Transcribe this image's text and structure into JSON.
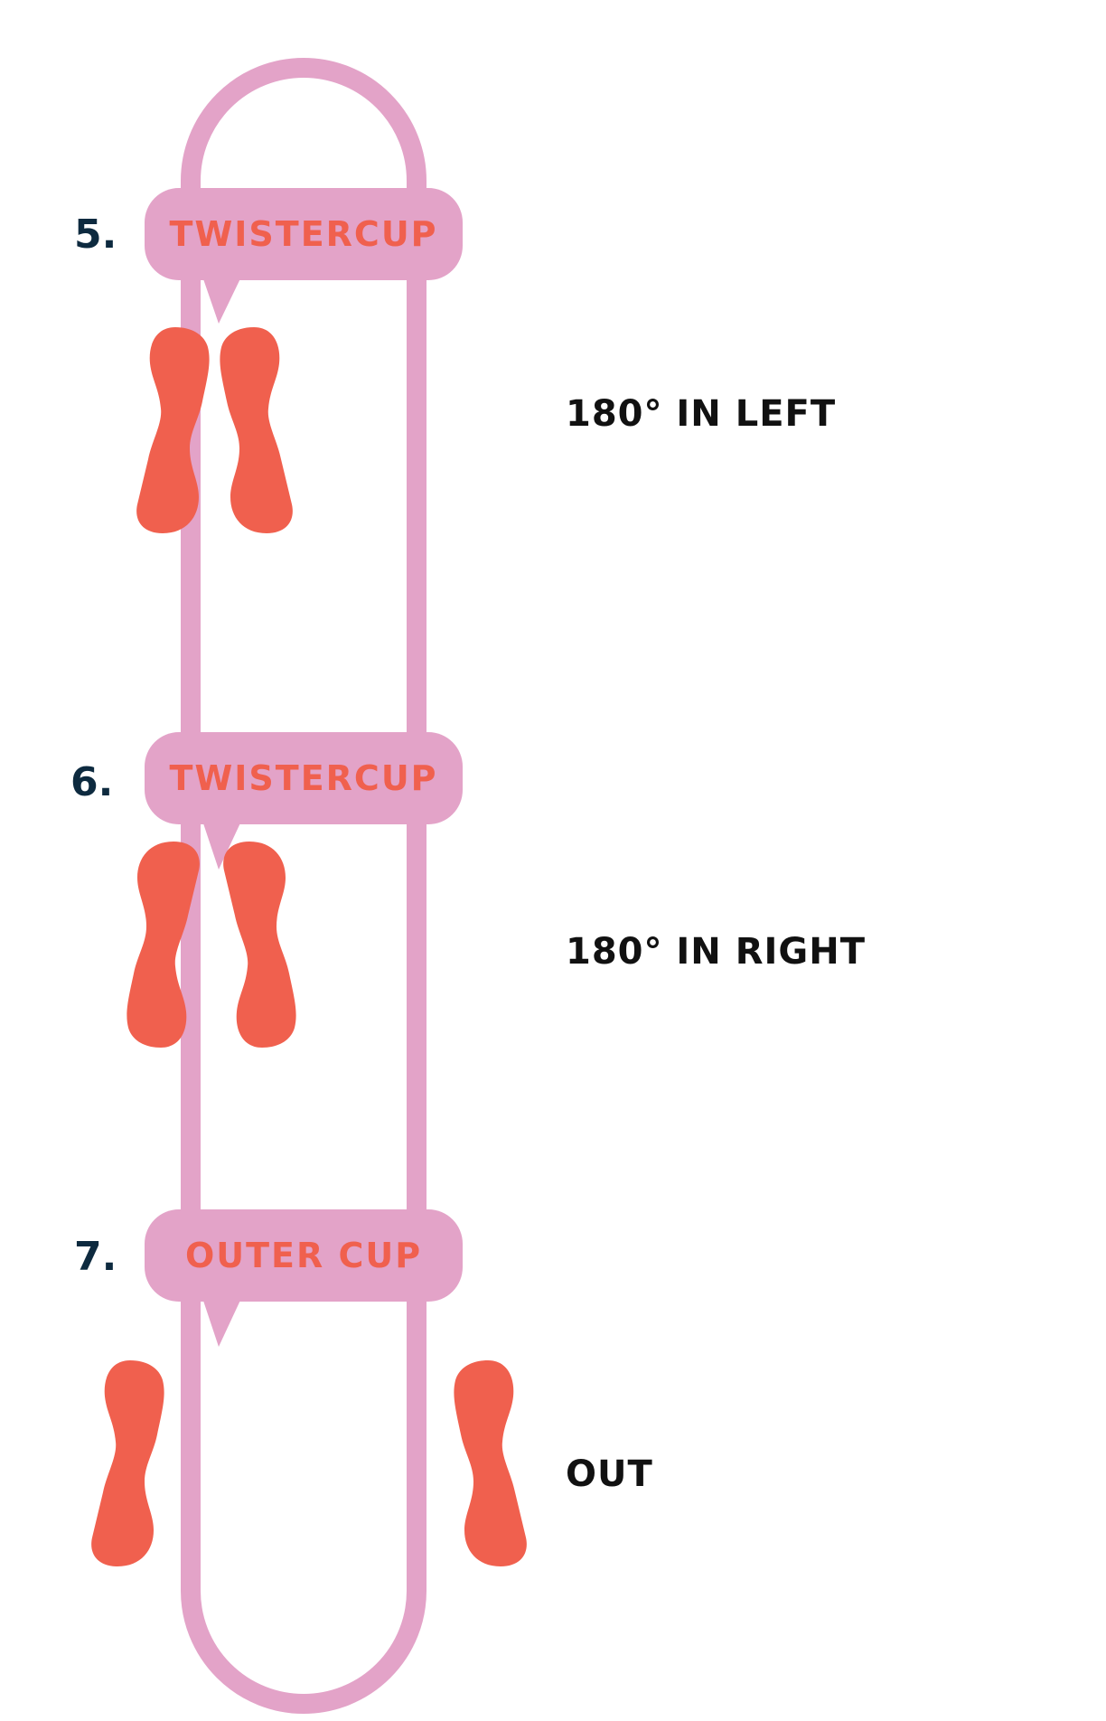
{
  "colors": {
    "track": "#e3a3c8",
    "foot": "#f0604e",
    "step_number": "#0d2a3f",
    "instruction": "#111111",
    "background": "#ffffff"
  },
  "steps": [
    {
      "number": "5.",
      "move": "TWISTERCUP",
      "instruction": "180° IN LEFT",
      "feet": "toes-in"
    },
    {
      "number": "6.",
      "move": "TWISTERCUP",
      "instruction": "180° IN RIGHT",
      "feet": "heels-in"
    },
    {
      "number": "7.",
      "move": "OUTER CUP",
      "instruction": "OUT",
      "feet": "outside"
    }
  ]
}
